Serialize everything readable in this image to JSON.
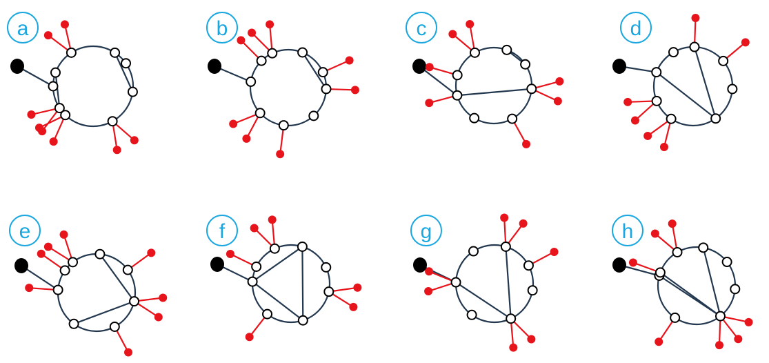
{
  "colors": {
    "label": "#1aa7e0",
    "circle": "#23384f",
    "chord": "#23384f",
    "stem": "#23384f",
    "leg": "#e8141c",
    "endpoint": "#e8141c",
    "root": "#000000",
    "vertex_fill": "#ffffff"
  },
  "panels": [
    {
      "label": "a",
      "vertices": [
        123,
        57,
        35,
        352,
        299,
        226,
        213,
        180,
        160
      ],
      "chords": [
        [
          1,
          3
        ],
        [
          6,
          8
        ]
      ],
      "external_legs": 8
    },
    {
      "label": "b",
      "vertices": [
        115,
        68,
        24,
        358,
        312,
        263,
        222,
        171,
        135
      ],
      "chords": [
        [
          1,
          3
        ]
      ],
      "external_legs": 8
    },
    {
      "label": "c",
      "vertices": [
        120,
        70,
        34,
        355,
        299,
        239,
        195,
        164
      ],
      "chords": [
        [
          1,
          2
        ],
        [
          3,
          6
        ]
      ],
      "external_legs": 8
    },
    {
      "label": "d",
      "vertices": [
        120,
        88,
        40,
        356,
        305,
        236,
        202,
        159
      ],
      "chords": [
        [
          1,
          4
        ],
        [
          4,
          7
        ]
      ],
      "external_legs": 8
    },
    {
      "label": "e",
      "vertices": [
        128,
        85,
        36,
        347,
        298,
        234,
        176,
        145
      ],
      "chords": [
        [
          1,
          3
        ],
        [
          3,
          5
        ]
      ],
      "external_legs": 8
    },
    {
      "label": "f",
      "vertices": [
        115,
        73,
        25,
        348,
        288,
        232,
        177,
        154
      ],
      "chords": [
        [
          1,
          4
        ],
        [
          1,
          6
        ],
        [
          4,
          6
        ]
      ],
      "external_legs": 8
    },
    {
      "label": "g",
      "vertices": [
        123,
        73,
        28,
        350,
        295,
        234,
        178
      ],
      "chords": [
        [
          1,
          4
        ],
        [
          4,
          6
        ]
      ],
      "external_legs": 8
    },
    {
      "label": "h",
      "vertices": [
        120,
        80,
        38,
        355,
        308,
        236,
        165,
        160
      ],
      "chords": [
        [
          1,
          4
        ],
        [
          4,
          6
        ],
        [
          4,
          7
        ]
      ],
      "external_legs": 8
    }
  ]
}
